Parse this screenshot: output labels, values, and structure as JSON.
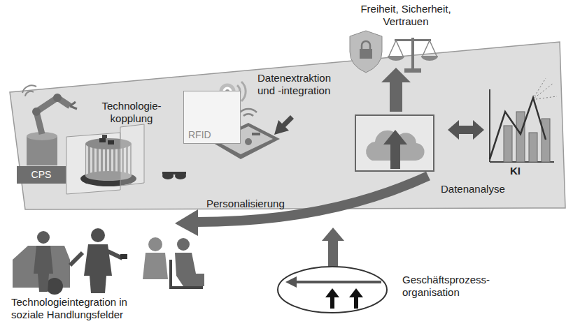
{
  "diagram": {
    "nodes": [
      {
        "text": [
          "CPS"
        ]
      },
      {
        "text": [
          "RFID"
        ]
      }
    ],
    "labels": [
      "Freiheit, Sicherheit, Vertrauen",
      "Datenextraktion und -integration",
      "Technologie- kopplung",
      "KI",
      "Datenanalyse",
      "Personalisierung",
      "Geschäftsprozess- organisation",
      "Technologieintegration in soziale Handlungsfelder"
    ]
  }
}
